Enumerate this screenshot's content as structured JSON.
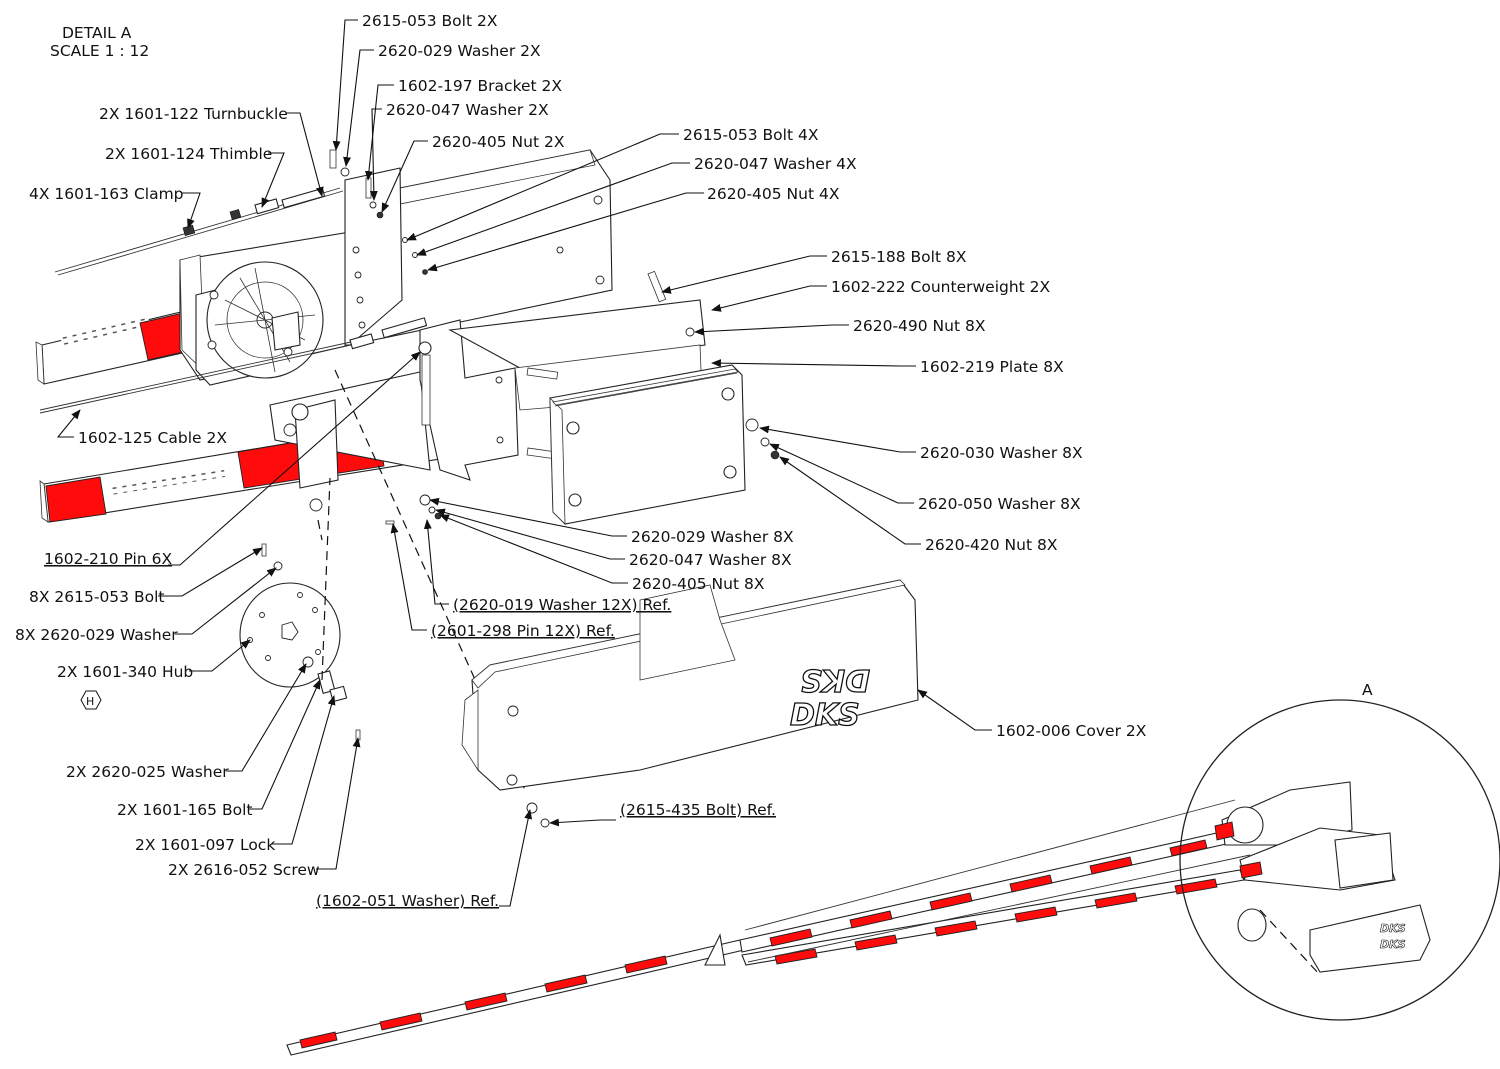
{
  "detail": {
    "title": "DETAIL A",
    "scale": "SCALE 1 : 12",
    "view_label": "A"
  },
  "symbol": "H",
  "callouts": {
    "bolt_2615_053_2x": "2615-053 Bolt  2X",
    "washer_2620_029_2x": "2620-029 Washer  2X",
    "bracket_1602_197_2x": "1602-197 Bracket  2X",
    "washer_2620_047_2x": "2620-047 Washer  2X",
    "nut_2620_405_2x": "2620-405 Nut  2X",
    "turnbuckle_1601_122": "2X  1601-122 Turnbuckle",
    "thimble_1601_124": "2X  1601-124 Thimble",
    "clamp_1601_163": "4X  1601-163 Clamp",
    "bolt_2615_053_4x": "2615-053 Bolt  4X",
    "washer_2620_047_4x": "2620-047 Washer  4X",
    "nut_2620_405_4x": "2620-405 Nut  4X",
    "bolt_2615_188_8x": "2615-188 Bolt  8X",
    "counterweight_1602_222": "1602-222 Counterweight  2X",
    "nut_2620_490_8x": "2620-490 Nut  8X",
    "plate_1602_219_8x": "1602-219 Plate  8X",
    "cable_1602_125": "1602-125 Cable  2X",
    "washer_2620_030_8x": "2620-030 Washer  8X",
    "washer_2620_050_8x": "2620-050 Washer  8X",
    "nut_2620_420_8x": "2620-420 Nut  8X",
    "pin_1602_210": "1602-210 Pin  6X",
    "washer_2620_029_8x": "2620-029 Washer  8X",
    "washer_2620_047_8x": "2620-047 Washer  8X",
    "nut_2620_405_8x": "2620-405 Nut  8X",
    "bolt_8x_2615_053": "8X  2615-053 Bolt",
    "washer_8x_2620_029": "8X  2620-029 Washer",
    "washer_2620_019_ref": "(2620-019 Washer 12X) Ref.",
    "pin_2601_298_ref": "(2601-298 Pin 12X) Ref.",
    "hub_1601_340": "2X  1601-340 Hub",
    "cover_1602_006": "1602-006 Cover  2X",
    "washer_2620_025": "2X  2620-025 Washer",
    "bolt_1601_165": "2X  1601-165 Bolt",
    "lock_1601_097": "2X  1601-097 Lock",
    "screw_2616_052": "2X  2616-052 Screw",
    "bolt_2615_435_ref": "(2615-435 Bolt) Ref.",
    "washer_1602_051_ref": "(1602-051 Washer) Ref."
  },
  "logo_text": "DKS",
  "colors": {
    "stripe": "#ff0b0b",
    "line": "#111111",
    "background": "#ffffff"
  }
}
